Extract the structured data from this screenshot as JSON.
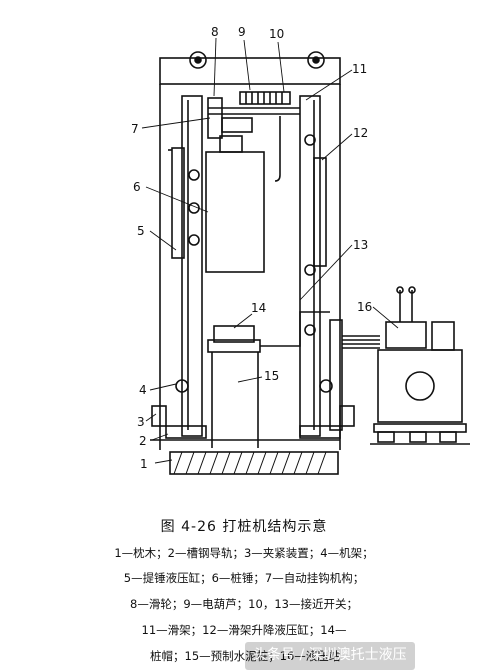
{
  "figure": {
    "title": "图 4-26   打桩机结构示意",
    "part_numbers": [
      "1",
      "2",
      "3",
      "4",
      "5",
      "6",
      "7",
      "8",
      "9",
      "10",
      "11",
      "12",
      "13",
      "14",
      "15",
      "16"
    ]
  },
  "legend": {
    "line1": "1—枕木；2—槽钢导轨；3—夹紧装置；4—机架；",
    "line2": "5—提锤液压缸；6—桩锤；7—自动挂钩机构；",
    "line3": "8—滑轮；9—电葫芦；10，13—接近开关；",
    "line4": "11—滑架；12—滑架升降液压缸；14—",
    "line5": "桩帽；15—预制水泥桩；16—液压站"
  },
  "watermark": {
    "text": "头条号 / 深圳澳托士液压"
  },
  "colors": {
    "ink": "#111111",
    "paper": "#ffffff"
  }
}
